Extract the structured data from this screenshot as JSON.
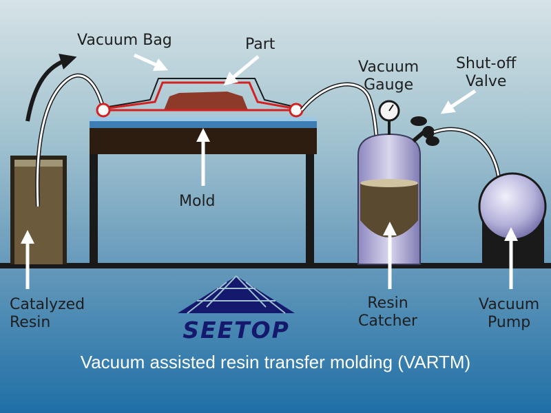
{
  "labels": {
    "vacuum_bag": "Vacuum Bag",
    "part": "Part",
    "vacuum_gauge": "Vacuum\nGauge",
    "shutoff_valve": "Shut-off\nValve",
    "mold": "Mold",
    "catalyzed_resin": "Catalyzed\nResin",
    "resin_catcher": "Resin\nCatcher",
    "vacuum_pump": "Vacuum\nPump"
  },
  "logo": {
    "text": "SEETOP"
  },
  "caption": "Vacuum assisted resin transfer molding (VARTM)",
  "colors": {
    "background_top": "#cfdde0",
    "background_bottom": "#1f6fa6",
    "floor_line": "#1a1a1a",
    "resin": "#4a3d27",
    "part": "#8e3a2a",
    "bag_outline": "#d32020",
    "vessel": "#b7b4d6",
    "logo": "#14196e"
  },
  "icons": [
    "curved-arrow-icon",
    "pointer-arrow-icon",
    "pressure-gauge-icon",
    "valve-icon",
    "logo-emblem-icon"
  ]
}
